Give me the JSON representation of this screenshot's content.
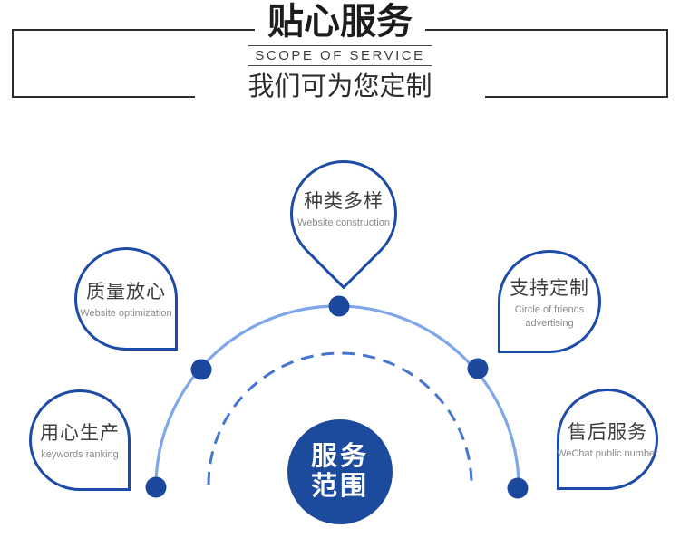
{
  "header": {
    "title": "贴心服务",
    "subtitle": "SCOPE OF SERVICE",
    "tagline": "我们可为您定制"
  },
  "bubbles": [
    {
      "title": "种类多样",
      "subtitle": "Website construction",
      "position": "top"
    },
    {
      "title": "质量放心",
      "subtitle": "Website optimization",
      "position": "upper-left"
    },
    {
      "title": "支持定制",
      "subtitle": "Circle of friends advertising",
      "position": "upper-right"
    },
    {
      "title": "用心生产",
      "subtitle": "keywords ranking",
      "position": "lower-left"
    },
    {
      "title": "售后服务",
      "subtitle": "WeChat public number",
      "position": "lower-right"
    }
  ],
  "center_badge": {
    "line1": "服务",
    "line2": "范围"
  },
  "colors": {
    "accent_dark_blue": "#1c4a9c",
    "bubble_border_blue": "#1d4ba8",
    "arc_solid_light_blue": "#7ea6e9",
    "arc_dashed_blue": "#4676cf",
    "frame_black": "#2d2d2d",
    "title_text": "#1c1c1c",
    "bubble_title_text": "#3d3d3d",
    "bubble_subtitle_text": "#8a8a8a"
  }
}
